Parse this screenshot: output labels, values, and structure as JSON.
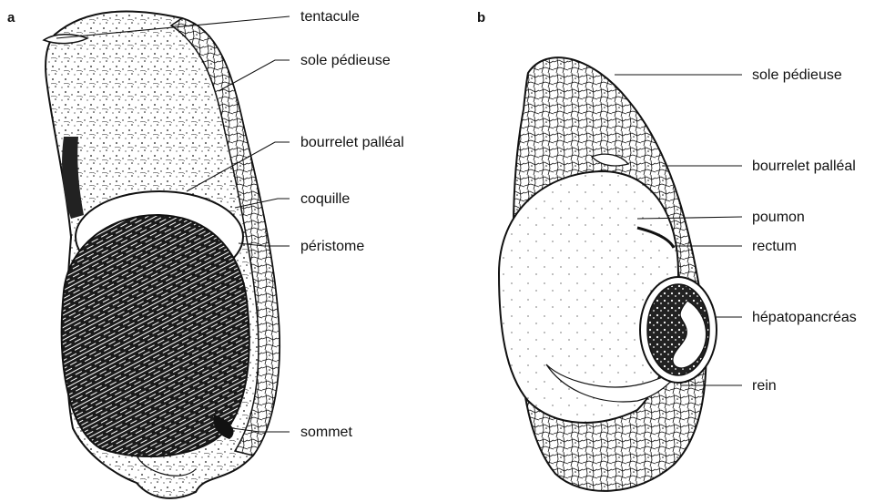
{
  "panels": [
    {
      "letter": "a",
      "labels": [
        "tentacule",
        "sole pédieuse",
        "bourrelet palléal",
        "coquille",
        "péristome",
        "sommet"
      ]
    },
    {
      "letter": "b",
      "labels": [
        "sole pédieuse",
        "bourrelet palléal",
        "poumon",
        "rectum",
        "hépatopancréas",
        "rein"
      ]
    }
  ],
  "colors": {
    "ink": "#111111",
    "background": "#ffffff"
  }
}
